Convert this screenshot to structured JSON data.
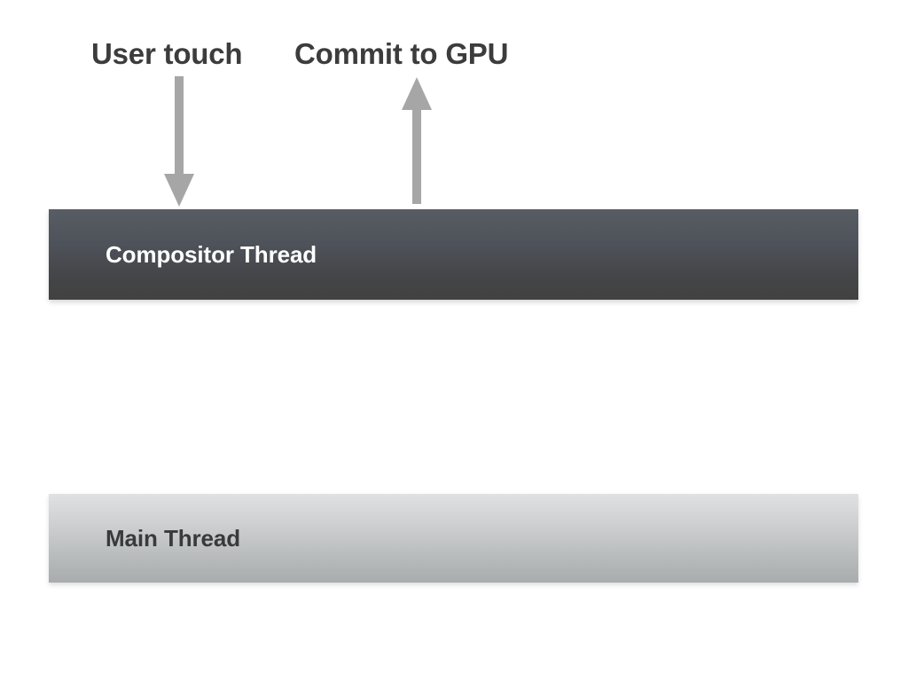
{
  "slide": {
    "title": "Compositor Thread and Main Thread diagram",
    "background_color": "#ffffff"
  },
  "annotations": [
    {
      "id": "user-touch",
      "label": "User touch",
      "color": "#3c3c3c",
      "arrow": {
        "icon": "arrow-down-icon",
        "direction": "down",
        "color": "#a6a6a6",
        "from": "label",
        "to": "compositor-thread"
      }
    },
    {
      "id": "commit-gpu",
      "label": "Commit to GPU",
      "color": "#3c3c3c",
      "arrow": {
        "icon": "arrow-up-icon",
        "direction": "up",
        "color": "#a6a6a6",
        "from": "compositor-thread",
        "to": "label"
      }
    }
  ],
  "lanes": [
    {
      "id": "compositor-thread",
      "label": "Compositor Thread",
      "text_color": "#ffffff",
      "gradient_top": "#585d64",
      "gradient_bottom": "#414141"
    },
    {
      "id": "main-thread",
      "label": "Main Thread",
      "text_color": "#3a3a3a",
      "gradient_top": "#e0e1e3",
      "gradient_bottom": "#a8acad"
    }
  ]
}
